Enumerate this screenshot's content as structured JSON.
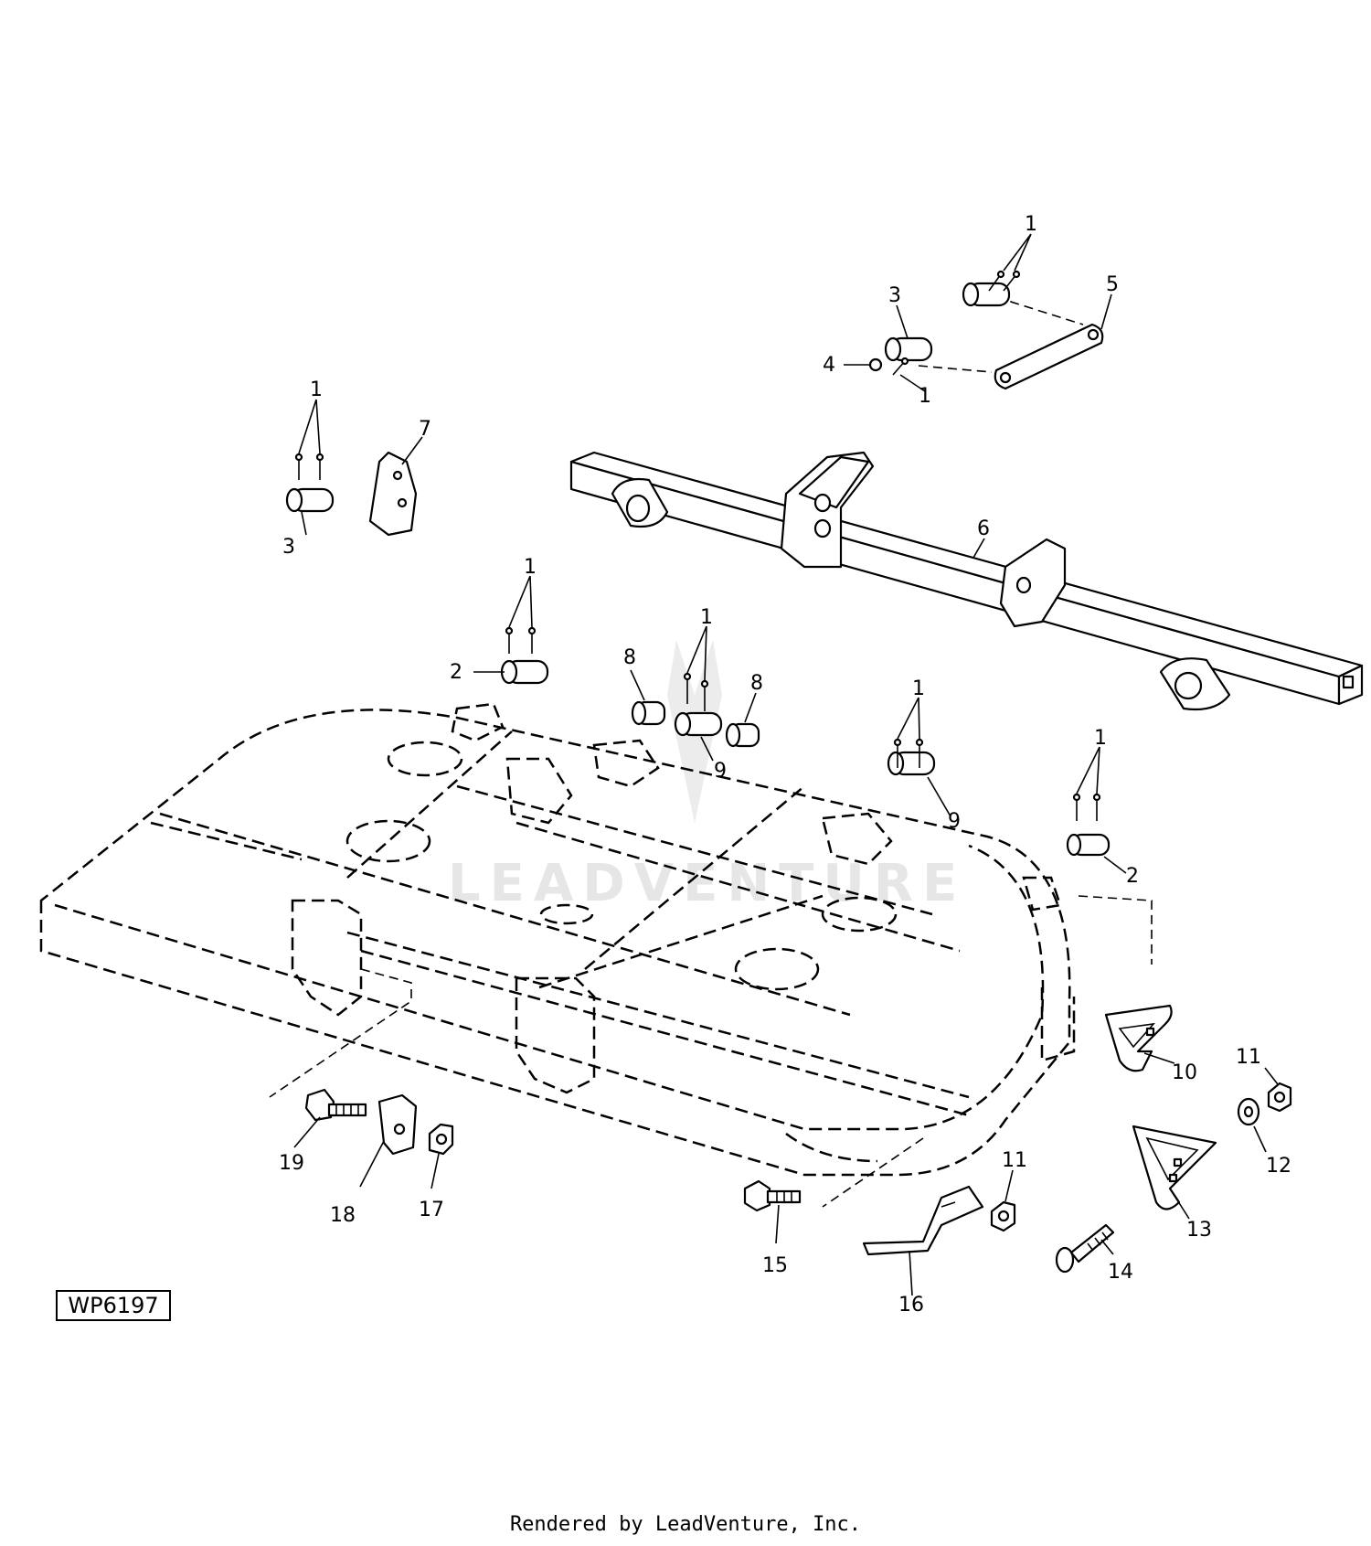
{
  "diagram": {
    "figure_id": "WP6197",
    "footer": "Rendered by LeadVenture, Inc.",
    "watermark": "LEADVENTURE",
    "callouts": {
      "c1a": "1",
      "c1b": "1",
      "c1c": "1",
      "c1d": "1",
      "c1e": "1",
      "c1f": "1",
      "c1g": "1",
      "c2a": "2",
      "c2b": "2",
      "c3a": "3",
      "c3b": "3",
      "c4": "4",
      "c5": "5",
      "c6": "6",
      "c7": "7",
      "c8a": "8",
      "c8b": "8",
      "c9a": "9",
      "c9b": "9",
      "c10": "10",
      "c11a": "11",
      "c11b": "11",
      "c12": "12",
      "c13": "13",
      "c14": "14",
      "c15": "15",
      "c16": "16",
      "c17": "17",
      "c18": "18",
      "c19": "19"
    }
  }
}
